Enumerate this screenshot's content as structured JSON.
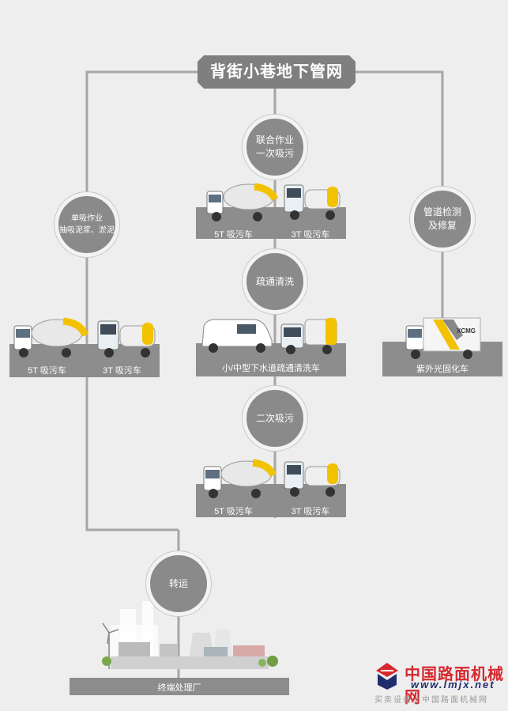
{
  "title": "背街小巷地下管网",
  "nodes": {
    "joint": [
      "联合作业",
      "一次吸污"
    ],
    "single": [
      "单吸作业",
      "抽吸泥浆、淤泥"
    ],
    "pipe": [
      "管道检测",
      "及修复"
    ],
    "dredge": [
      "疏通清洗"
    ],
    "second": [
      "二次吸污"
    ],
    "transfer": [
      "转运"
    ]
  },
  "vehicles": {
    "t5": "5T 吸污车",
    "t3": "3T 吸污车",
    "cleaning": "小/中型下水道疏通清洗车",
    "uv": "紫外光固化车",
    "uv_brand": "XCMG"
  },
  "facility": "终端处理厂",
  "logo": {
    "cn": "中国路面机械网",
    "url": "www.lmjx.net",
    "sub": "买卖设备上中国路面机械网"
  },
  "colors": {
    "line": "#a0a0a0",
    "node": "#8a8a8a",
    "plate": "#8d8d8d",
    "banner": "#7f7f7f",
    "tank": "#f2c200",
    "accent": "#d7282f"
  }
}
